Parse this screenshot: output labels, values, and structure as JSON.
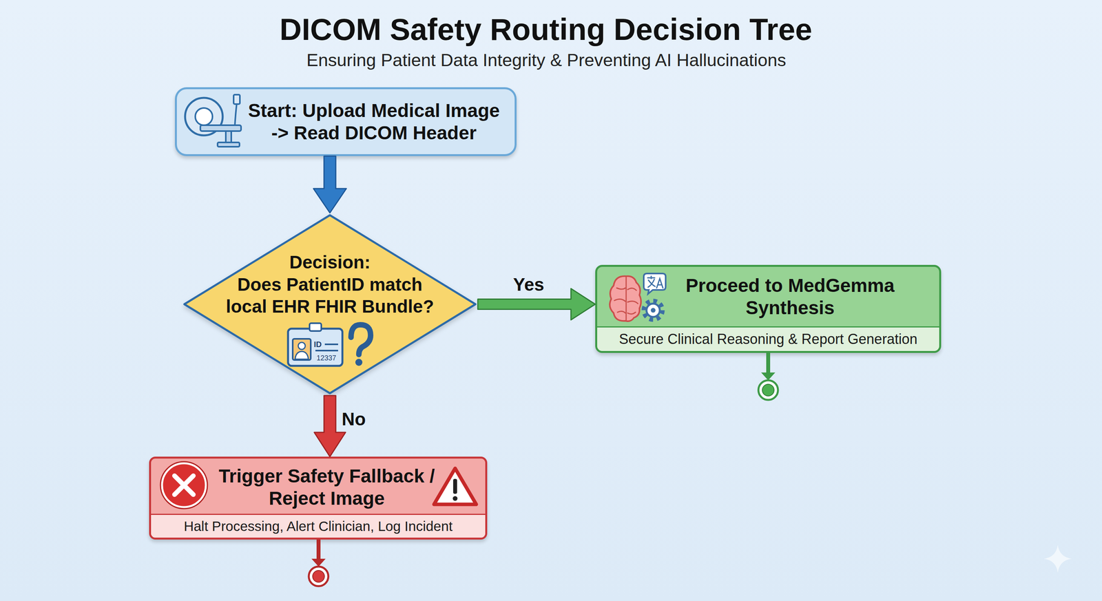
{
  "diagram": {
    "title": "DICOM Safety Routing Decision Tree",
    "nodes": [
      {
        "text": [
          "Start: Upload Medical Image -> Read DICOM Header"
        ]
      },
      {
        "text": [
          "Decision:",
          "Does PatientID match local EHR FHIR Bundle?"
        ]
      },
      {
        "text": [
          "Proceed to MedGemma Synthesis",
          "Secure Clinical Reasoning & Report Generation"
        ]
      },
      {
        "text": [
          "Trigger Safety Fallback / Reject Image",
          "Halt Processing, Alert Clinician, Log Incident"
        ]
      }
    ],
    "edges": [
      {
        "from": 0,
        "to": 1,
        "arrow": "to"
      },
      {
        "from": 1,
        "to": 2,
        "label": "Yes",
        "arrow": "to"
      },
      {
        "from": 1,
        "to": 3,
        "label": "No",
        "arrow": "to"
      }
    ],
    "labels": [
      "Ensuring Patient Data Integrity & Preventing AI Hallucinations",
      "ID",
      "12337"
    ]
  }
}
